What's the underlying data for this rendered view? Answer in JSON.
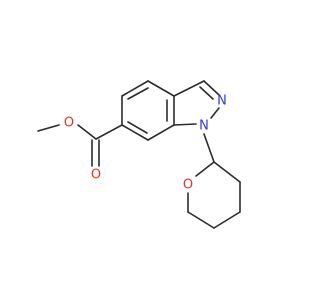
{
  "molecule": {
    "atoms": {
      "O_ester": {
        "label": "O",
        "color": "#e8322b"
      },
      "O_carbonyl": {
        "label": "O",
        "color": "#e8322b"
      },
      "N1": {
        "label": "N",
        "color": "#2f3bd9"
      },
      "N2": {
        "label": "N",
        "color": "#2f3bd9"
      },
      "O_ring": {
        "label": "O",
        "color": "#e8322b"
      }
    },
    "bond_color": "#2b2b2b"
  }
}
